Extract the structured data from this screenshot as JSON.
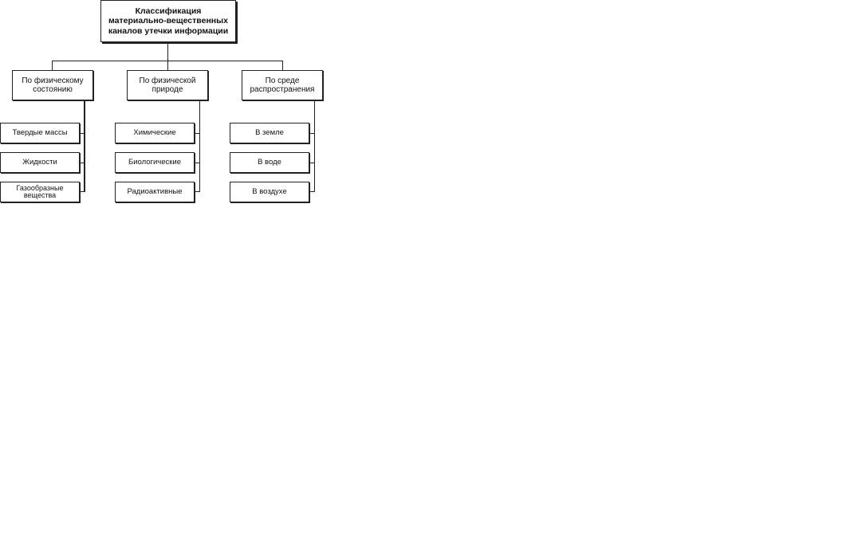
{
  "diagram": {
    "root": {
      "line1": "Классификация",
      "line2": "материально-вещественных",
      "line3": "каналов утечки информации"
    },
    "categories": [
      {
        "label": "По физическому состоянию",
        "items": [
          "Твердые массы",
          "Жидкости",
          "Газообразные вещества"
        ]
      },
      {
        "label": "По физической природе",
        "items": [
          "Химические",
          "Биологические",
          "Радиоактивные"
        ]
      },
      {
        "label": "По среде распространения",
        "items": [
          "В земле",
          "В воде",
          "В воздухе"
        ]
      }
    ]
  },
  "colors": {
    "line": "#222222",
    "box_fill": "#ffffff",
    "text": "#111111"
  }
}
